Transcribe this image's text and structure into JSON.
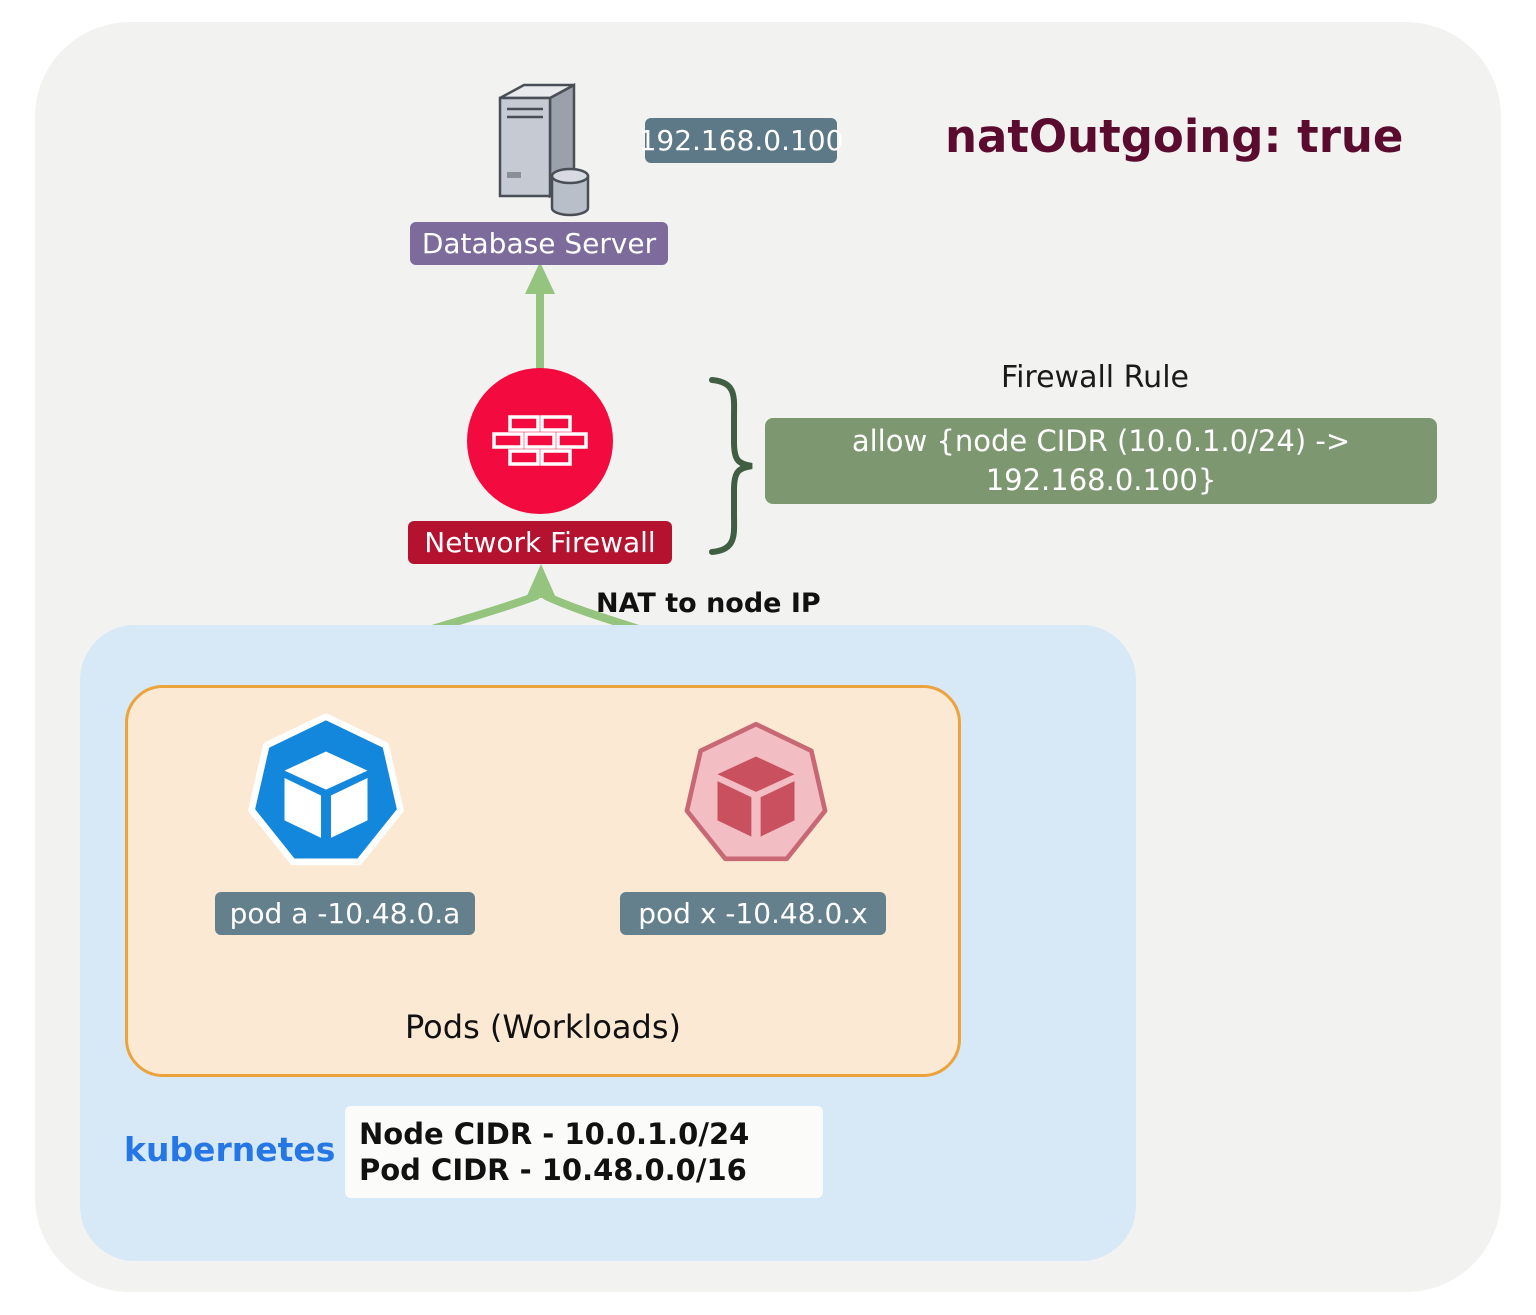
{
  "title": "natOutgoing: true",
  "database": {
    "label": "Database Server",
    "ip": "192.168.0.100"
  },
  "firewall": {
    "label": "Network Firewall",
    "rule_title": "Firewall Rule",
    "rule_line1": "allow {node CIDR (10.0.1.0/24) ->",
    "rule_line2": "192.168.0.100}",
    "nat_label": "NAT to node IP"
  },
  "cluster": {
    "name": "kubernetes",
    "pods_label": "Pods (Workloads)",
    "pod_a_label": "pod a -10.48.0.a",
    "pod_x_label": "pod x -10.48.0.x",
    "node_cidr": "Node CIDR - 10.0.1.0/24",
    "pod_cidr": "Pod CIDR - 10.48.0.0/16"
  },
  "icons": {
    "server": "database-server-icon",
    "firewall": "firewall-bricks-icon",
    "pod_blue": "kubernetes-pod-icon",
    "pod_pink": "kubernetes-pod-icon-external"
  },
  "colors": {
    "background_panel": "#f2f2f0",
    "arrow_green": "#94c47d",
    "brace_green": "#3f5e42",
    "rule_box_green": "#7d9770",
    "firewall_red": "#f30a3e",
    "firewall_badge_red": "#b5122f",
    "title_maroon": "#5a0b2e",
    "db_badge_purple": "#7d6b9b",
    "ip_badge_slate": "#5d7886",
    "pod_badge_slate": "#64808d",
    "cluster_blue": "#d7e8f7",
    "pods_box_fill": "#fce9d4",
    "pods_box_border": "#eda33c",
    "kubernetes_blue": "#2577e6",
    "pod_blue": "#1287dc",
    "pod_pink": "#f3bdc4",
    "pod_pink_dark": "#c9505e"
  }
}
